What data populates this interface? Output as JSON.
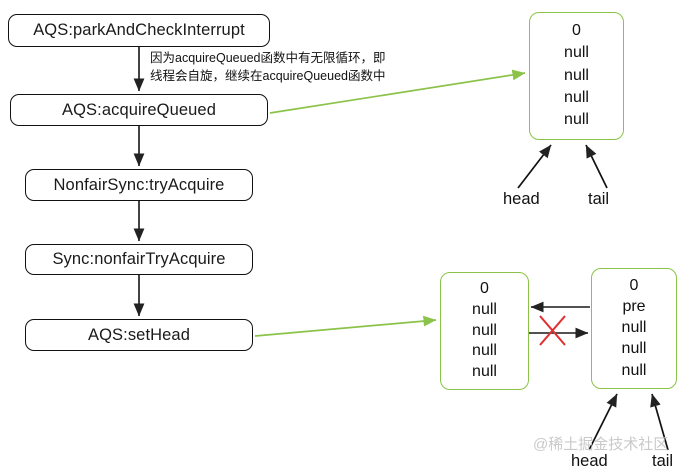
{
  "diagram": {
    "title": "AQS acquireQueued / setHead flow",
    "colors": {
      "flow_border": "#111111",
      "node_border": "#8bc34a",
      "green_arrow": "#8bc34a",
      "black_arrow": "#222222",
      "cross_red": "#e03030",
      "watermark": "#c9c9c9"
    }
  },
  "flow": {
    "steps": [
      {
        "id": "park-and-check-interrupt",
        "label": "AQS:parkAndCheckInterrupt"
      },
      {
        "id": "acquire-queued",
        "label": "AQS:acquireQueued"
      },
      {
        "id": "nonfair-sync-try-acquire",
        "label": "NonfairSync:tryAcquire"
      },
      {
        "id": "sync-nonfair-try-acquire",
        "label": "Sync:nonfairTryAcquire"
      },
      {
        "id": "set-head",
        "label": "AQS:setHead"
      }
    ]
  },
  "annotation": {
    "text": "因为acquireQueued函数中有无限循环，即\n线程会自旋，继续在acquireQueued函数中"
  },
  "nodes": {
    "top": {
      "id": "node-top",
      "fields": [
        "0",
        "null",
        "null",
        "null",
        "null"
      ],
      "pointers": [
        {
          "name": "head",
          "label": "head"
        },
        {
          "name": "tail",
          "label": "tail"
        }
      ]
    },
    "bottom_left": {
      "id": "node-bottom-left",
      "fields": [
        "0",
        "null",
        "null",
        "null",
        "null"
      ],
      "pointers": []
    },
    "bottom_right": {
      "id": "node-bottom-right",
      "fields": [
        "0",
        "pre",
        "null",
        "null",
        "null"
      ],
      "pointers": [
        {
          "name": "head",
          "label": "head"
        },
        {
          "name": "tail",
          "label": "tail"
        }
      ]
    }
  },
  "links": {
    "broken_link_marker": "×",
    "note": "rightward link from bottom-left node to bottom-right node is crossed out"
  },
  "watermark": {
    "text": "@稀土掘金技术社区"
  }
}
